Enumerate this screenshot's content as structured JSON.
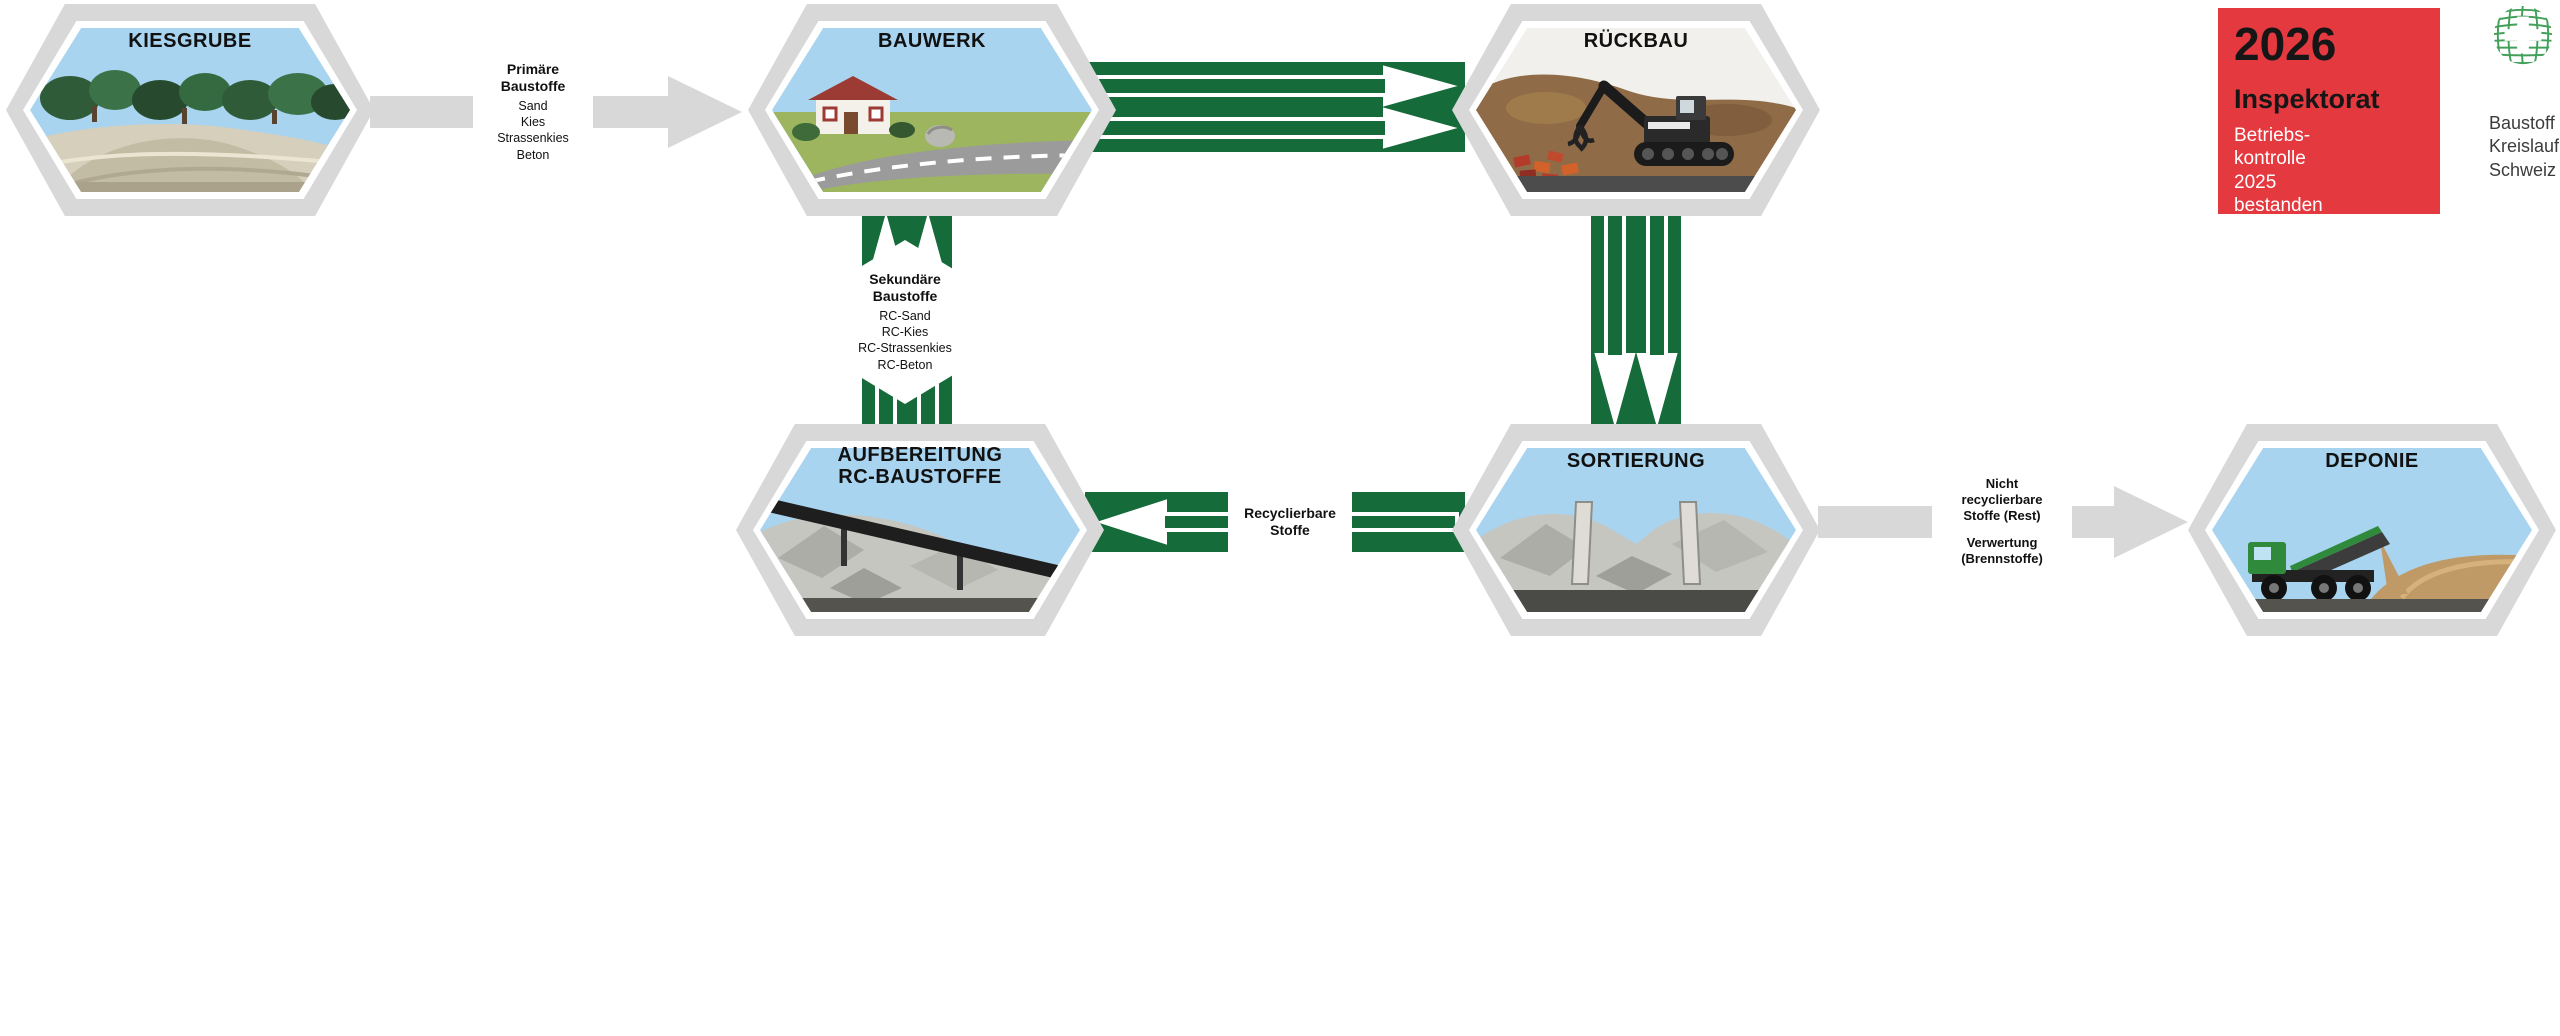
{
  "nodes": {
    "kiesgrube": {
      "label": "KIESGRUBE"
    },
    "bauwerk": {
      "label": "BAUWERK"
    },
    "rueckbau": {
      "label": "RÜCKBAU"
    },
    "sortierung": {
      "label": "SORTIERUNG"
    },
    "aufbereitung": {
      "label": "AUFBEREITUNG\nRC-BAUSTOFFE"
    },
    "deponie": {
      "label": "DEPONIE"
    }
  },
  "flows": {
    "primaere": {
      "title": "Primäre\nBaustoffe",
      "items": [
        "Sand",
        "Kies",
        "Strassenkies",
        "Beton"
      ]
    },
    "sekundaere": {
      "title": "Sekundäre\nBaustoffe",
      "items": [
        "RC-Sand",
        "RC-Kies",
        "RC-Strassenkies",
        "RC-Beton"
      ]
    },
    "recyclierbare": {
      "title": "Recyclierbare\nStoffe"
    },
    "nicht_recyclierbare": {
      "title": "Nicht\nrecyclierbare\nStoffe (Rest)",
      "subtitle": "Verwertung\n(Brennstoffe)"
    }
  },
  "inspection_badge": {
    "year": "2026",
    "title": "Inspektorat",
    "text": "Betriebs-\nkontrolle\n2025\nbestanden"
  },
  "logo": {
    "text": "Baustoff\nKreislauf\nSchweiz"
  },
  "colors": {
    "cycle_green": "#166b3a",
    "neutral_gray": "#d8d8d8",
    "inspection_red": "#e53940",
    "sky_blue": "#a8d4f0"
  }
}
